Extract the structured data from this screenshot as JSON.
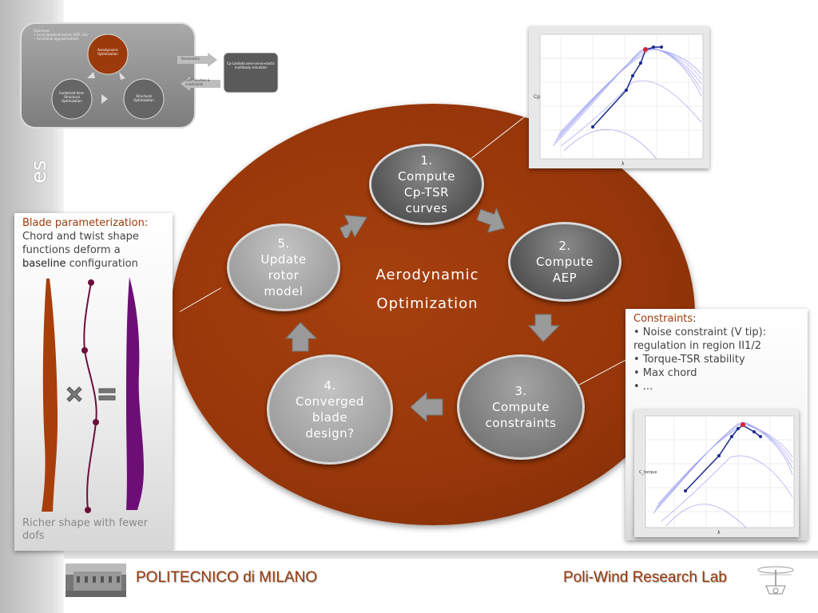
{
  "side_title": "es",
  "mini_diagram": {
    "header_lines": [
      "Optimizer:",
      "• Local (gradient-based: SQP, GA)",
      "• Functional approximations"
    ],
    "nodes": [
      "Aerodynamic Optimization",
      "Structural Optimization",
      "Combined Aero-Structural Optimization"
    ],
    "simulator": "Cp-Lambda aero-servo-elastic multibody simulator",
    "arrow_top": "Parameters",
    "arrow_bottom": "Cost function & constraints"
  },
  "cycle": {
    "center_line1": "Aerodynamic",
    "center_line2": "Optimization",
    "steps": [
      {
        "num": "1.",
        "lines": [
          "Compute",
          "Cp-TSR",
          "curves"
        ]
      },
      {
        "num": "2.",
        "lines": [
          "Compute",
          "AEP"
        ]
      },
      {
        "num": "3.",
        "lines": [
          "Compute",
          "constraints"
        ]
      },
      {
        "num": "4.",
        "lines": [
          "Converged",
          "blade",
          "design?"
        ]
      },
      {
        "num": "5.",
        "lines": [
          "Update",
          "rotor",
          "model"
        ]
      }
    ]
  },
  "left_panel": {
    "title": "Blade parameterization",
    "colon": ":",
    "line1": "Chord and twist shape",
    "line2": "functions deform a",
    "baseline": "baseline",
    "line3_rest": " configuration",
    "footer": "Richer shape with fewer dofs"
  },
  "right_panel": {
    "title": "Constraints",
    "colon": ":",
    "items": [
      "• Noise constraint (V tip):",
      "regulation in region II1/2",
      "• Torque-TSR stability",
      "• Max chord",
      "• ..."
    ]
  },
  "plot_top": {
    "ylabel": "Cp",
    "xlabel": "λ"
  },
  "plot_bottom": {
    "ylabel": "C_torque",
    "xlabel": "λ"
  },
  "footer": {
    "left": "POLITECNICO di MILANO",
    "right": "Poli-Wind Research Lab"
  },
  "colors": {
    "accent": "#9b3a0a",
    "oval": "#96360a",
    "node_dark": "#555555"
  }
}
